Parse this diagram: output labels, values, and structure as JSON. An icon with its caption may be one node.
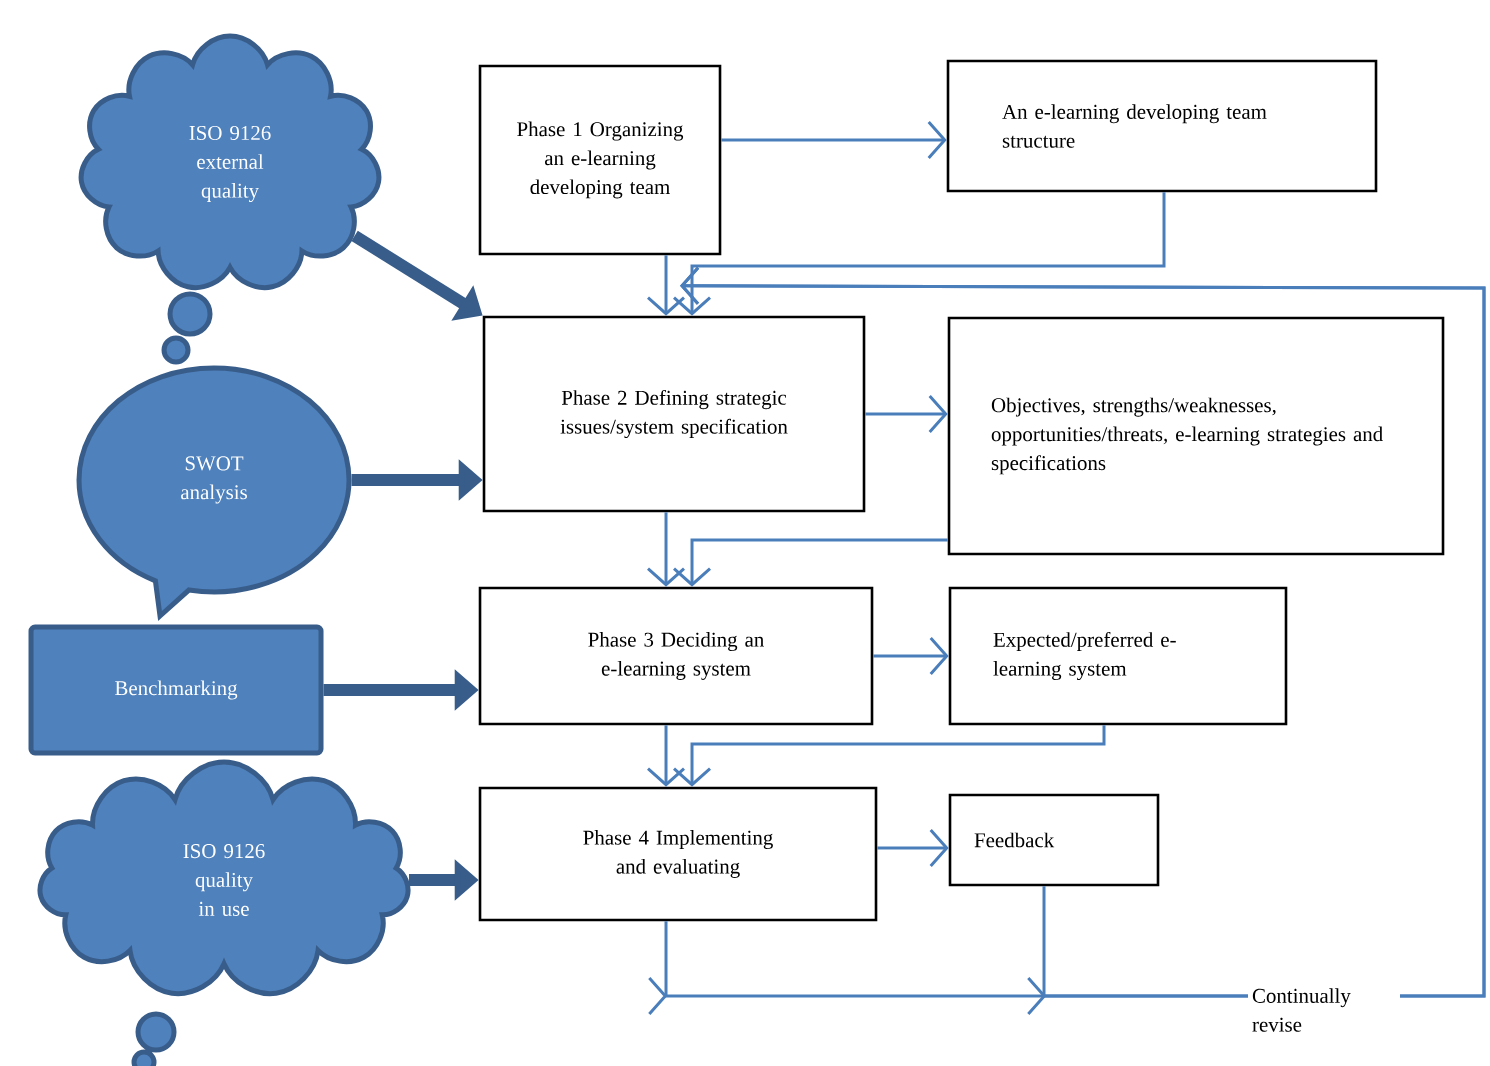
{
  "diagram": {
    "nodes": [
      {
        "text": [
          "ISO 9126 external quality"
        ]
      },
      {
        "text": [
          "SWOT analysis"
        ]
      },
      {
        "text": [
          "Benchmarking"
        ]
      },
      {
        "text": [
          "ISO 9126 quality in use"
        ]
      },
      {
        "text": [
          "Phase 1 Organizing an e-learning developing team"
        ]
      },
      {
        "text": [
          "An e-learning developing team structure"
        ]
      },
      {
        "text": [
          "Phase 2  Defining strategic issues/system specification"
        ]
      },
      {
        "text": [
          "Objectives, strengths/weaknesses, opportunities/threats, e-learning strategies and specifications"
        ]
      },
      {
        "text": [
          "Phase 3 Deciding an e-learning system"
        ]
      },
      {
        "text": [
          "Expected/preferred e-learning system"
        ]
      },
      {
        "text": [
          "Phase 4 Implementing and evaluating"
        ]
      },
      {
        "text": [
          "Feedback"
        ]
      }
    ],
    "edges": [
      {
        "from": 0,
        "to": 6,
        "arrow": "to",
        "style": "thick",
        "color": "#385d8a"
      },
      {
        "from": 1,
        "to": 6,
        "arrow": "to",
        "style": "thick",
        "color": "#385d8a"
      },
      {
        "from": 2,
        "to": 8,
        "arrow": "to",
        "style": "thick",
        "color": "#385d8a"
      },
      {
        "from": 3,
        "to": 10,
        "arrow": "to",
        "style": "thick",
        "color": "#385d8a"
      },
      {
        "from": 4,
        "to": 5,
        "arrow": "to"
      },
      {
        "from": 4,
        "to": 6,
        "arrow": "to"
      },
      {
        "from": 5,
        "to": 6,
        "arrow": "to"
      },
      {
        "from": 6,
        "to": 7,
        "arrow": "to"
      },
      {
        "from": 6,
        "to": 8,
        "arrow": "to"
      },
      {
        "from": 7,
        "to": 8,
        "arrow": "to"
      },
      {
        "from": 8,
        "to": 9,
        "arrow": "to"
      },
      {
        "from": 8,
        "to": 10,
        "arrow": "to"
      },
      {
        "from": 9,
        "to": 10,
        "arrow": "to"
      },
      {
        "from": 10,
        "to": 11,
        "arrow": "to"
      },
      {
        "from": 10,
        "to": 6,
        "arrow": "to",
        "label": "Continually revise"
      },
      {
        "from": 11,
        "to": 6,
        "arrow": "to"
      }
    ]
  }
}
